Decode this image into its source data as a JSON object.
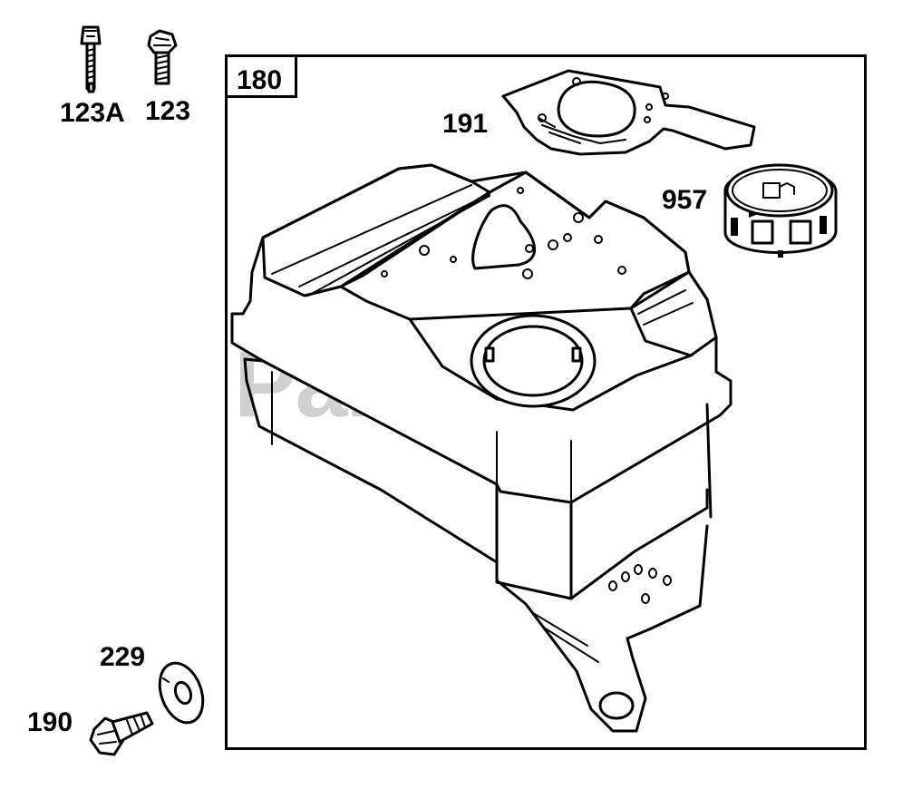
{
  "diagram": {
    "assembly_number": "180",
    "watermark_text": "PartsTree",
    "parts": [
      {
        "id": "123A",
        "label": "123A",
        "icon": "long-bolt-icon"
      },
      {
        "id": "123",
        "label": "123",
        "icon": "short-bolt-icon"
      },
      {
        "id": "191",
        "label": "191",
        "icon": "gasket-icon"
      },
      {
        "id": "957",
        "label": "957",
        "icon": "fuel-cap-icon"
      },
      {
        "id": "229",
        "label": "229",
        "icon": "washer-icon"
      },
      {
        "id": "190",
        "label": "190",
        "icon": "hex-screw-icon"
      }
    ],
    "colors": {
      "line": "#000000",
      "background": "#ffffff",
      "watermark": "#aaaaaa"
    }
  }
}
